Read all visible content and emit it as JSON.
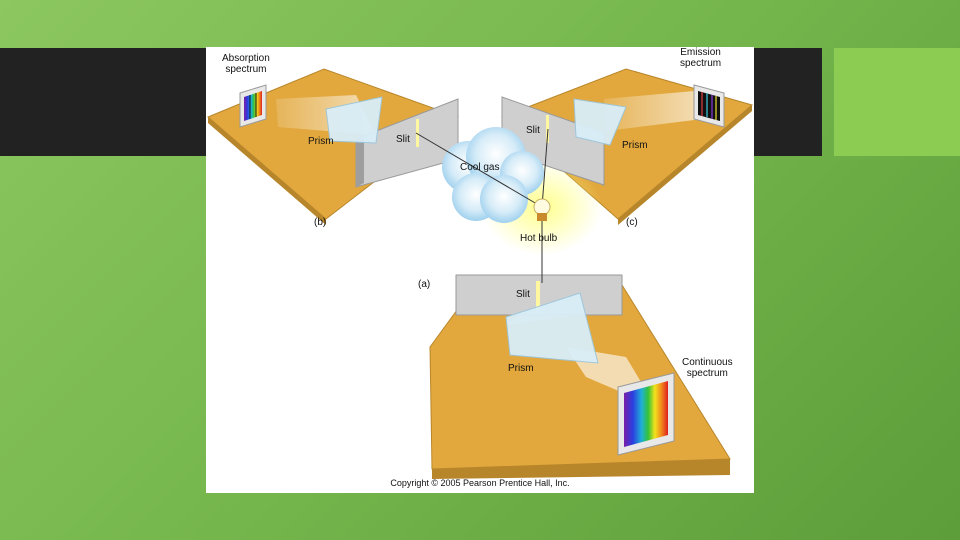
{
  "slide": {
    "colors": {
      "background": "#7cbc52",
      "header_bar": "#222222",
      "accent": "#8ccc52"
    }
  },
  "figure": {
    "labels": {
      "absorption_spectrum_1": "Absorption",
      "absorption_spectrum_2": "spectrum",
      "emission_spectrum_1": "Emission",
      "emission_spectrum_2": "spectrum",
      "continuous_spectrum_1": "Continuous",
      "continuous_spectrum_2": "spectrum",
      "prism_b": "Prism",
      "prism_c": "Prism",
      "prism_a": "Prism",
      "slit_b": "Slit",
      "slit_c": "Slit",
      "slit_a": "Slit",
      "cool_gas": "Cool gas",
      "hot_bulb": "Hot bulb",
      "panel_a": "(a)",
      "panel_b": "(b)",
      "panel_c": "(c)"
    },
    "copyright": "Copyright © 2005 Pearson Prentice Hall, Inc.",
    "colors": {
      "table": "#e0a83c",
      "table_edge": "#b8862a",
      "screen": "#cfcfcf"
    }
  }
}
